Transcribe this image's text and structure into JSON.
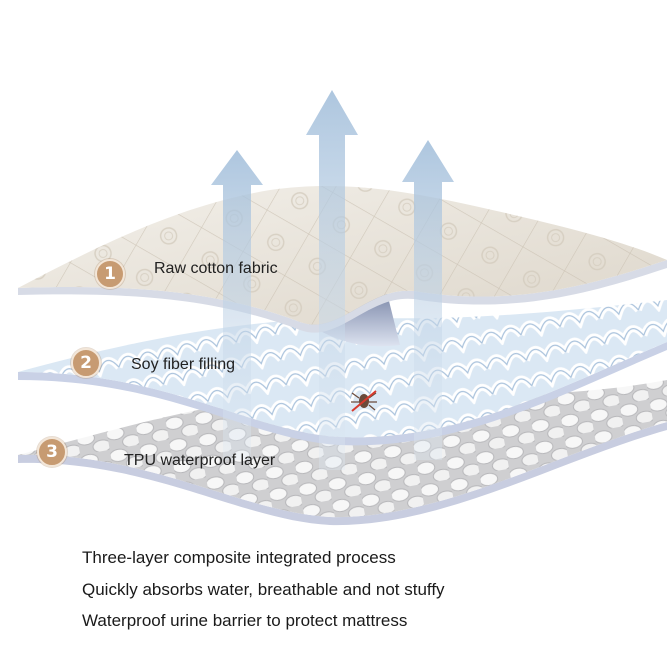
{
  "layers": [
    {
      "number": "1",
      "label": "Raw cotton fabric"
    },
    {
      "number": "2",
      "label": "Soy fiber filling"
    },
    {
      "number": "3",
      "label": "TPU waterproof layer"
    }
  ],
  "features": [
    "Three-layer composite integrated process",
    "Quickly absorbs water, breathable and not stuffy",
    "Waterproof urine barrier to protect mattress"
  ],
  "colors": {
    "badge": "#c79b72",
    "arrow": "#a9c3dd",
    "cotton": "#e9e4db",
    "fiber": "#d6e5f3"
  }
}
